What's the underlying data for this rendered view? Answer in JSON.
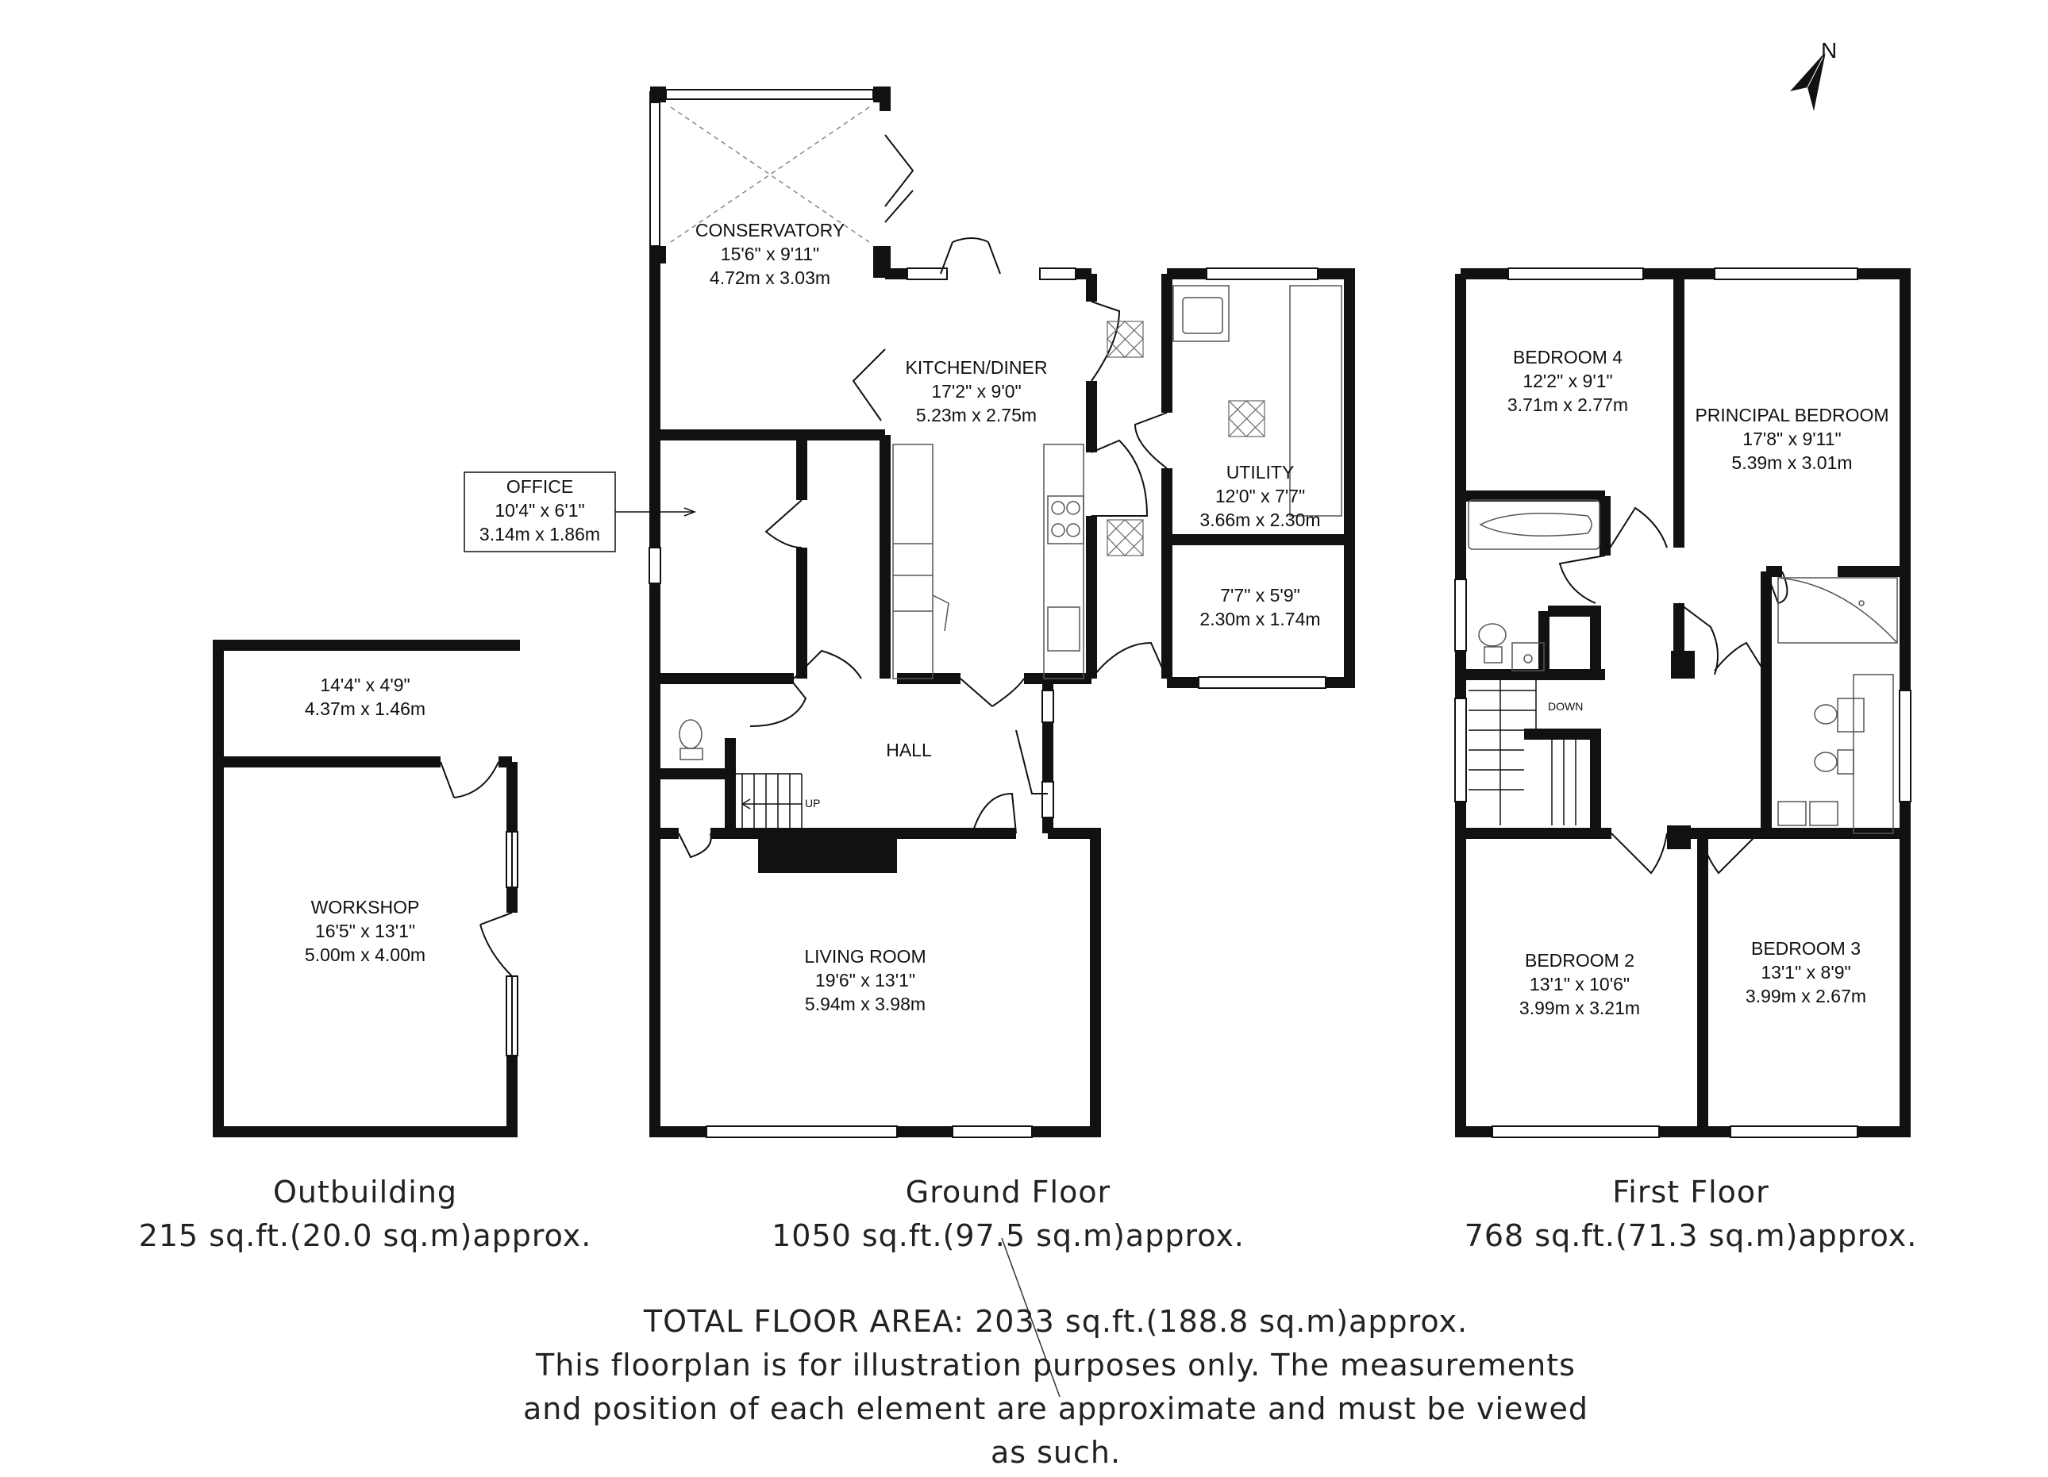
{
  "rooms": {
    "conservatory": {
      "name": "CONSERVATORY",
      "imperial": "15'6\" x 9'11\"",
      "metric": "4.72m x 3.03m"
    },
    "kitchen": {
      "name": "KITCHEN/DINER",
      "imperial": "17'2\" x 9'0\"",
      "metric": "5.23m x 2.75m"
    },
    "utility": {
      "name": "UTILITY",
      "imperial": "12'0\" x 7'7\"",
      "metric": "3.66m x 2.30m"
    },
    "store": {
      "imperial": "7'7\" x 5'9\"",
      "metric": "2.30m x 1.74m"
    },
    "office": {
      "name": "OFFICE",
      "imperial": "10'4\" x 6'1\"",
      "metric": "3.14m x 1.86m"
    },
    "hall": {
      "name": "HALL"
    },
    "living": {
      "name": "LIVING ROOM",
      "imperial": "19'6\" x 13'1\"",
      "metric": "5.94m x 3.98m"
    },
    "outbuilding_store": {
      "imperial": "14'4\" x 4'9\"",
      "metric": "4.37m x 1.46m"
    },
    "workshop": {
      "name": "WORKSHOP",
      "imperial": "16'5\" x 13'1\"",
      "metric": "5.00m x 4.00m"
    },
    "bedroom4": {
      "name": "BEDROOM 4",
      "imperial": "12'2\" x 9'1\"",
      "metric": "3.71m x 2.77m"
    },
    "principal": {
      "name": "PRINCIPAL BEDROOM",
      "imperial": "17'8\" x 9'11\"",
      "metric": "5.39m x 3.01m"
    },
    "bedroom2": {
      "name": "BEDROOM 2",
      "imperial": "13'1\" x 10'6\"",
      "metric": "3.99m x 3.21m"
    },
    "bedroom3": {
      "name": "BEDROOM 3",
      "imperial": "13'1\" x 8'9\"",
      "metric": "3.99m x 2.67m"
    }
  },
  "stair_labels": {
    "up": "UP",
    "down": "DOWN"
  },
  "compass": {
    "label": "N"
  },
  "floors": {
    "outbuilding": {
      "name": "Outbuilding",
      "area": "215 sq.ft.(20.0 sq.m)approx."
    },
    "ground": {
      "name": "Ground Floor",
      "area": "1050 sq.ft.(97.5 sq.m)approx."
    },
    "first": {
      "name": "First Floor",
      "area": "768 sq.ft.(71.3 sq.m)approx."
    }
  },
  "footer": {
    "total": "TOTAL FLOOR AREA: 2033 sq.ft.(188.8 sq.m)approx.",
    "disclaimer_1": "This floorplan is for illustration purposes only. The measurements",
    "disclaimer_2": "and position of each element are approximate and must be viewed",
    "disclaimer_3": "as such."
  },
  "colors": {
    "wall": "#111111",
    "background": "#ffffff",
    "fixture": "#555555"
  }
}
